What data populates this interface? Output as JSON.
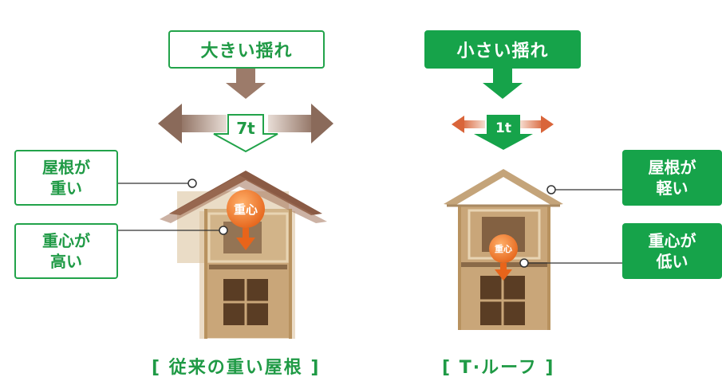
{
  "left": {
    "title": "大きい揺れ",
    "force": "7t",
    "roof_label": [
      "屋根が",
      "重い"
    ],
    "cg_label": [
      "重心が",
      "高い"
    ],
    "cg_ball": "重心",
    "caption": "[ 従来の重い屋根 ]"
  },
  "right": {
    "title": "小さい揺れ",
    "force": "1t",
    "roof_label": [
      "屋根が",
      "軽い"
    ],
    "cg_label": [
      "重心が",
      "低い"
    ],
    "cg_ball": "重心",
    "caption": "[ T·ルーフ ]"
  },
  "colors": {
    "green": "#16a34a",
    "brown_arrow": "#9c7b6a",
    "orange_arrow": "#e8732a",
    "wood": "#c9a679",
    "ball": "#ef7d22"
  }
}
